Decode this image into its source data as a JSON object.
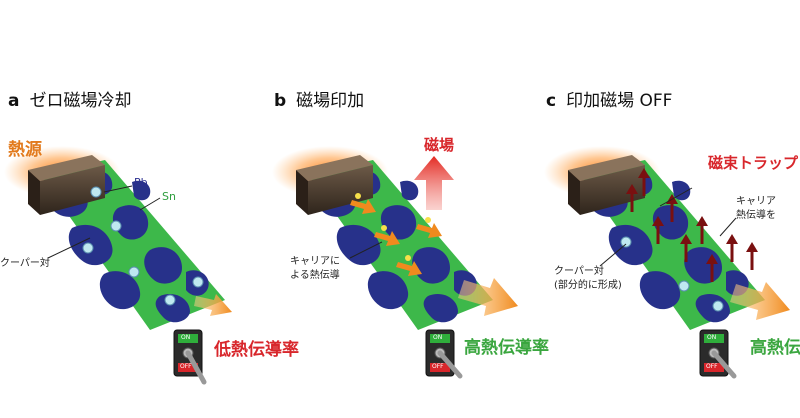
{
  "panels": {
    "a": {
      "letter": "a",
      "title": "ゼロ磁場冷却",
      "heat_source": "熱源",
      "pb": "Pb",
      "sn": "Sn",
      "cooper_pair": "クーパー対",
      "switch_on": "ON",
      "switch_off": "OFF",
      "result": "低熱伝導率"
    },
    "b": {
      "letter": "b",
      "title": "磁場印加",
      "field": "磁場",
      "carrier_line1": "キャリアに",
      "carrier_line2": "よる熱伝導",
      "switch_on": "ON",
      "switch_off": "OFF",
      "result": "高熱伝導率"
    },
    "c": {
      "letter": "c",
      "title": "印加磁場 OFF",
      "flux_trap": "磁束トラップ",
      "carrier_line1": "キャリア",
      "carrier_line2": "熱伝導を",
      "cooper_line1": "クーパー対",
      "cooper_line2": "(部分的に形成)",
      "switch_on": "ON",
      "switch_off": "OFF",
      "result": "高熱伝"
    }
  },
  "colors": {
    "sn_green": "#3db84a",
    "pb_blue": "#27318a",
    "heat_orange": "#f08a1e",
    "arrow_red": "#e83a2e",
    "flux_dark_red": "#7a1010"
  }
}
